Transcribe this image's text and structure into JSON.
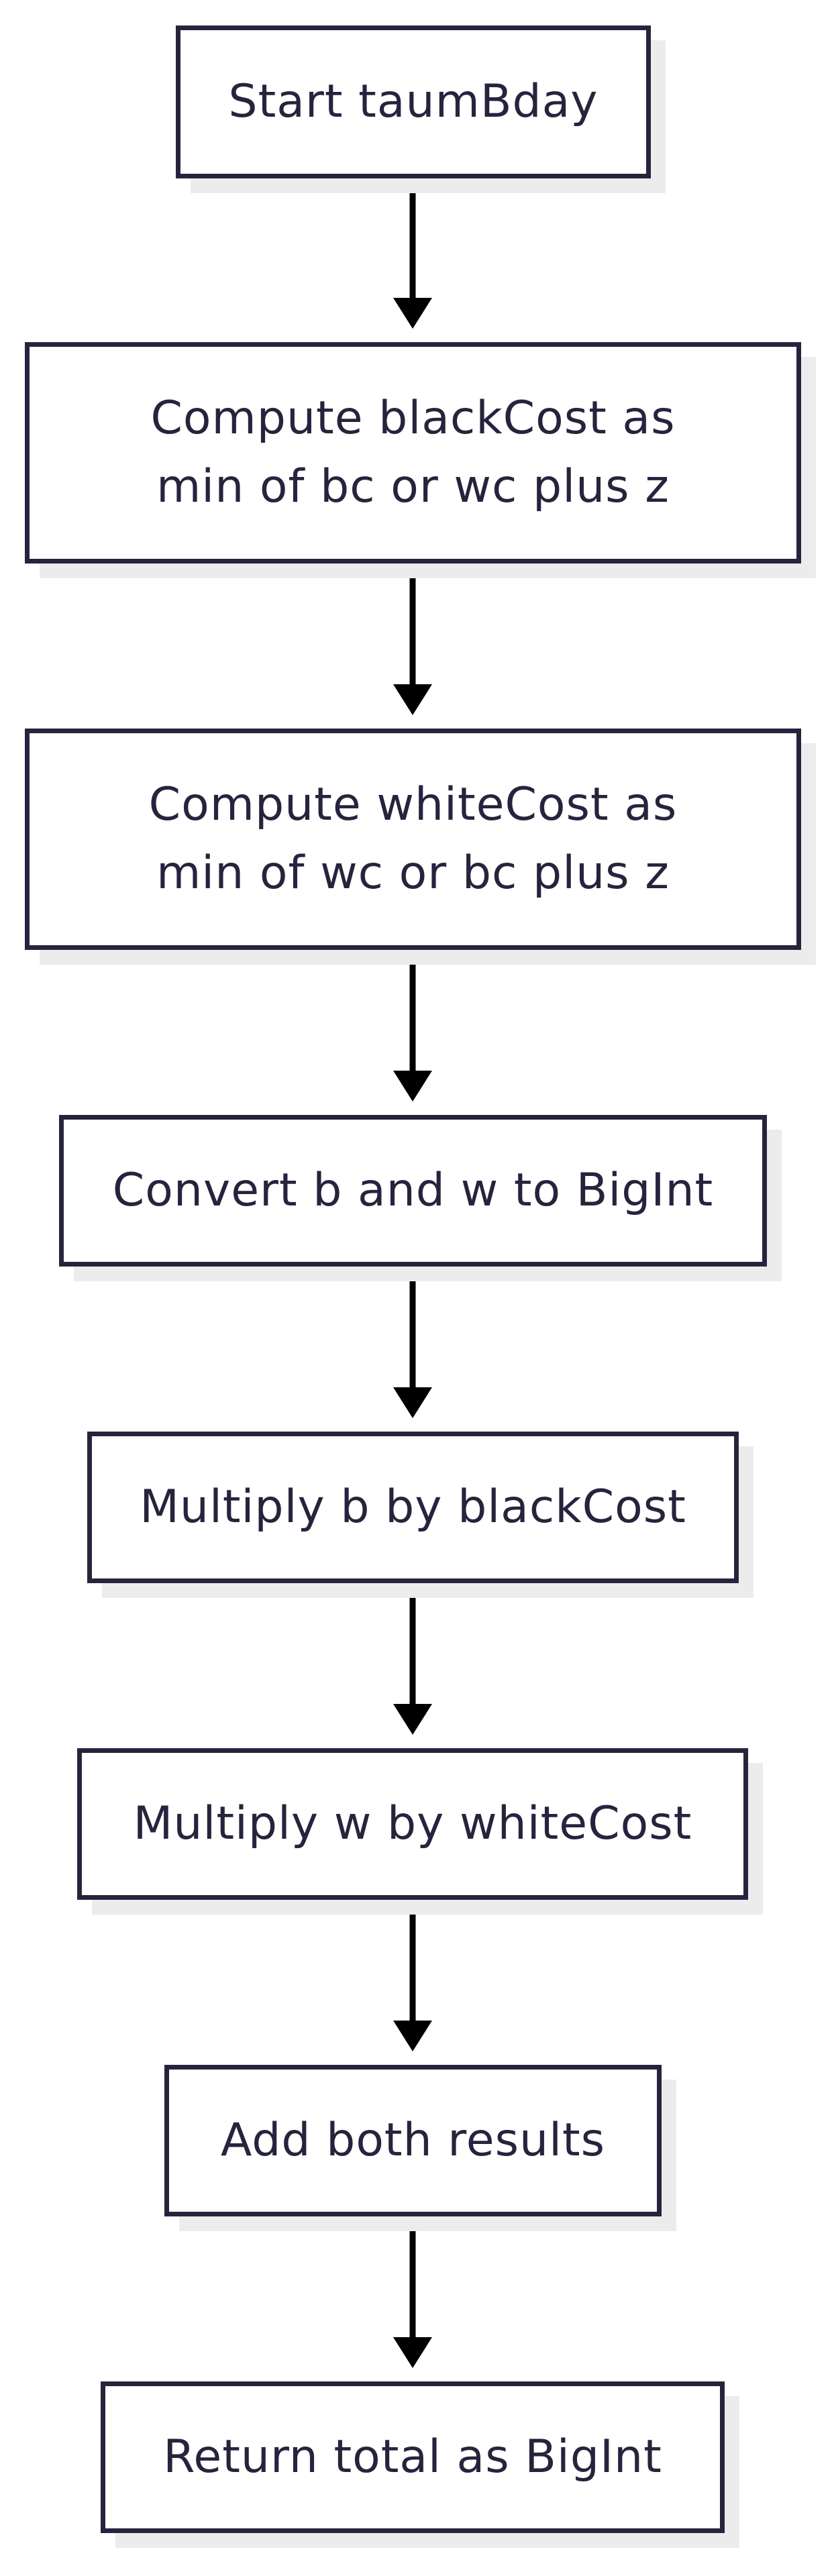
{
  "flowchart": {
    "colors": {
      "stroke": "#26243d",
      "text": "#26243d",
      "shadow": "#ececec",
      "arrow": "#000000",
      "background": "#ffffff"
    },
    "steps": [
      {
        "id": "start",
        "label": "Start taumBday"
      },
      {
        "id": "black-cost",
        "label": "Compute blackCost as min of bc or wc plus z"
      },
      {
        "id": "white-cost",
        "label": "Compute whiteCost as min of wc or bc plus z"
      },
      {
        "id": "convert",
        "label": "Convert b and w to BigInt"
      },
      {
        "id": "multiply-b",
        "label": "Multiply b by blackCost"
      },
      {
        "id": "multiply-w",
        "label": "Multiply w by whiteCost"
      },
      {
        "id": "add",
        "label": "Add both results"
      },
      {
        "id": "return",
        "label": "Return total as BigInt"
      }
    ],
    "edges": [
      {
        "from": "start",
        "to": "black-cost"
      },
      {
        "from": "black-cost",
        "to": "white-cost"
      },
      {
        "from": "white-cost",
        "to": "convert"
      },
      {
        "from": "convert",
        "to": "multiply-b"
      },
      {
        "from": "multiply-b",
        "to": "multiply-w"
      },
      {
        "from": "multiply-w",
        "to": "add"
      },
      {
        "from": "add",
        "to": "return"
      }
    ]
  }
}
